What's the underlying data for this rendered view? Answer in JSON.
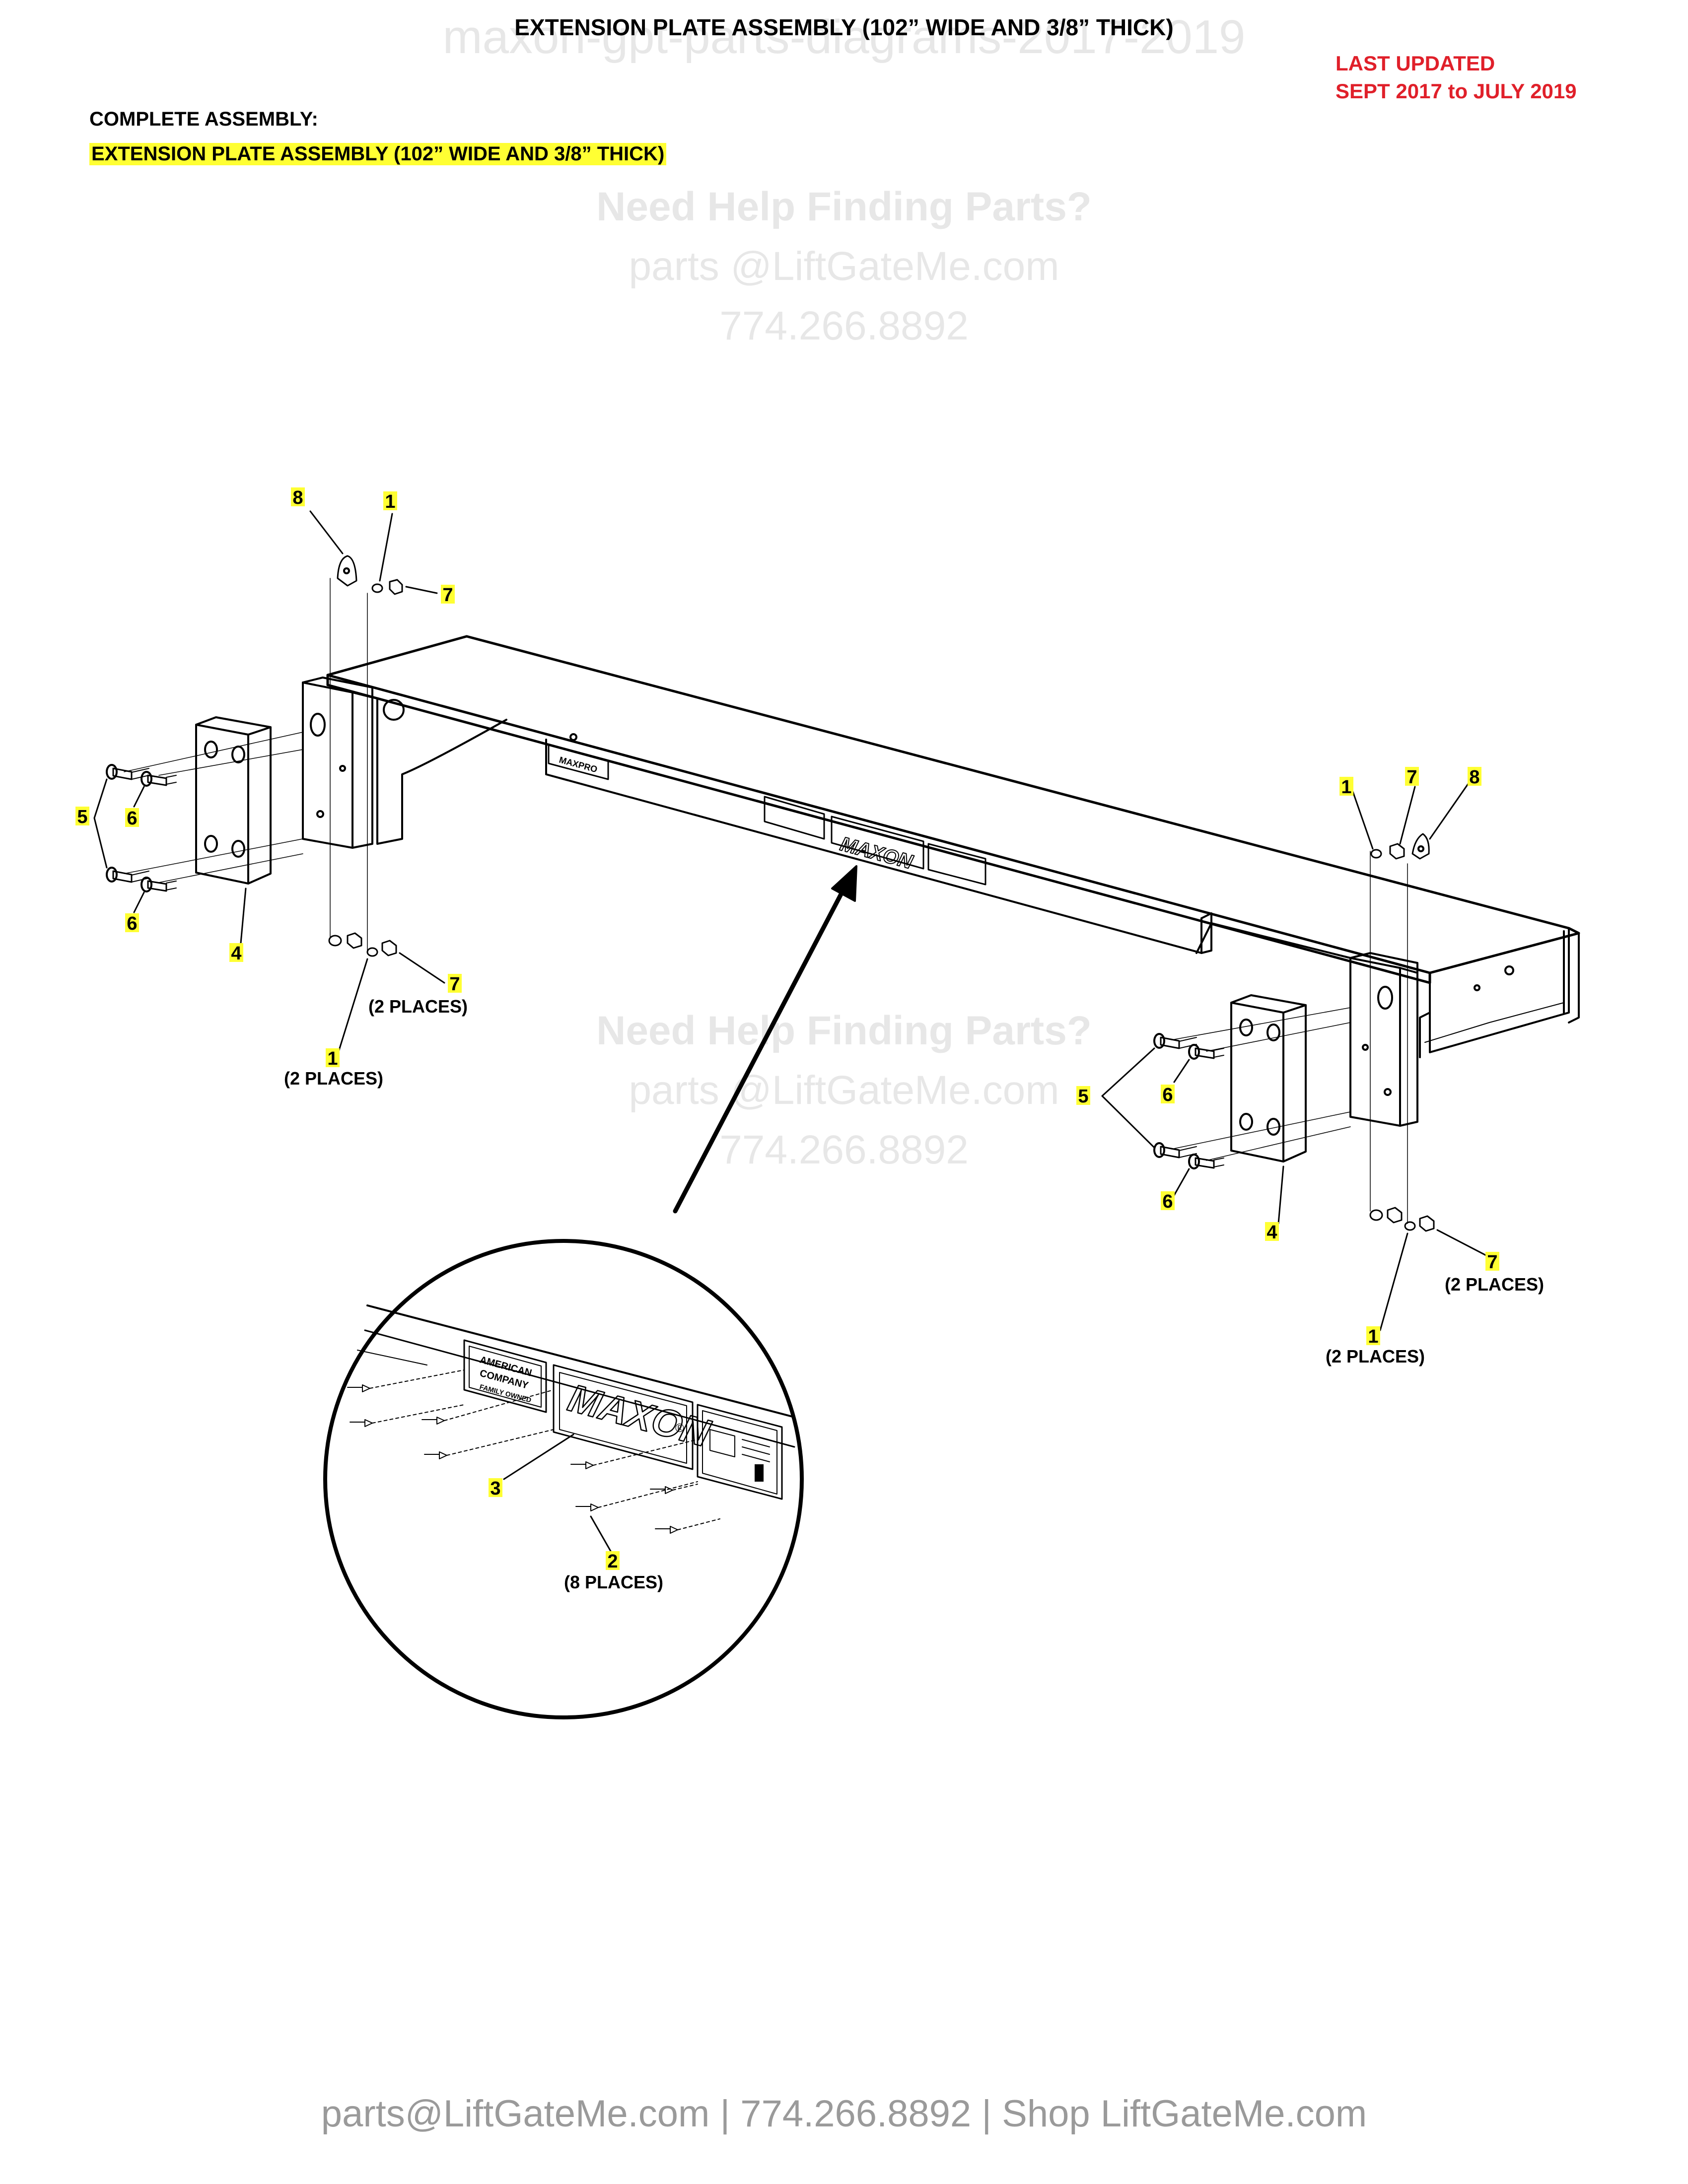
{
  "header": {
    "title": "EXTENSION PLATE ASSEMBLY (102” WIDE AND 3/8” THICK)",
    "updated_line1": "LAST UPDATED",
    "updated_line2": "SEPT 2017 to JULY 2019",
    "section_label": "COMPLETE ASSEMBLY:",
    "assembly_link": "EXTENSION PLATE ASSEMBLY (102” WIDE AND 3/8” THICK)"
  },
  "watermarks": {
    "top": "maxon-gpt-parts-diagrams-2017-2019",
    "help_title": "Need Help Finding Parts?",
    "help_email": "parts @LiftGateMe.com",
    "help_phone": "774.266.8892"
  },
  "labels": {
    "brand": "MAXON",
    "brand_mark": "®",
    "maxpro": "MAXPRO",
    "american_1": "AMERICAN",
    "american_2": "COMPANY",
    "american_3": "FAMILY OWNED"
  },
  "callouts": {
    "c1": "1",
    "c2": "2",
    "c3": "3",
    "c4": "4",
    "c5": "5",
    "c6": "6",
    "c7": "7",
    "c8": "8",
    "two_places": "(2 PLACES)",
    "eight_places": "(8 PLACES)"
  },
  "colors": {
    "callout_highlight": "#ffff33",
    "updated_red": "#e0202a",
    "line": "#000000",
    "watermark": "#e7e7e7",
    "footer": "#9a9a9a"
  },
  "footer": {
    "text": "parts@LiftGateMe.com | 774.266.8892 | Shop LiftGateMe.com"
  }
}
